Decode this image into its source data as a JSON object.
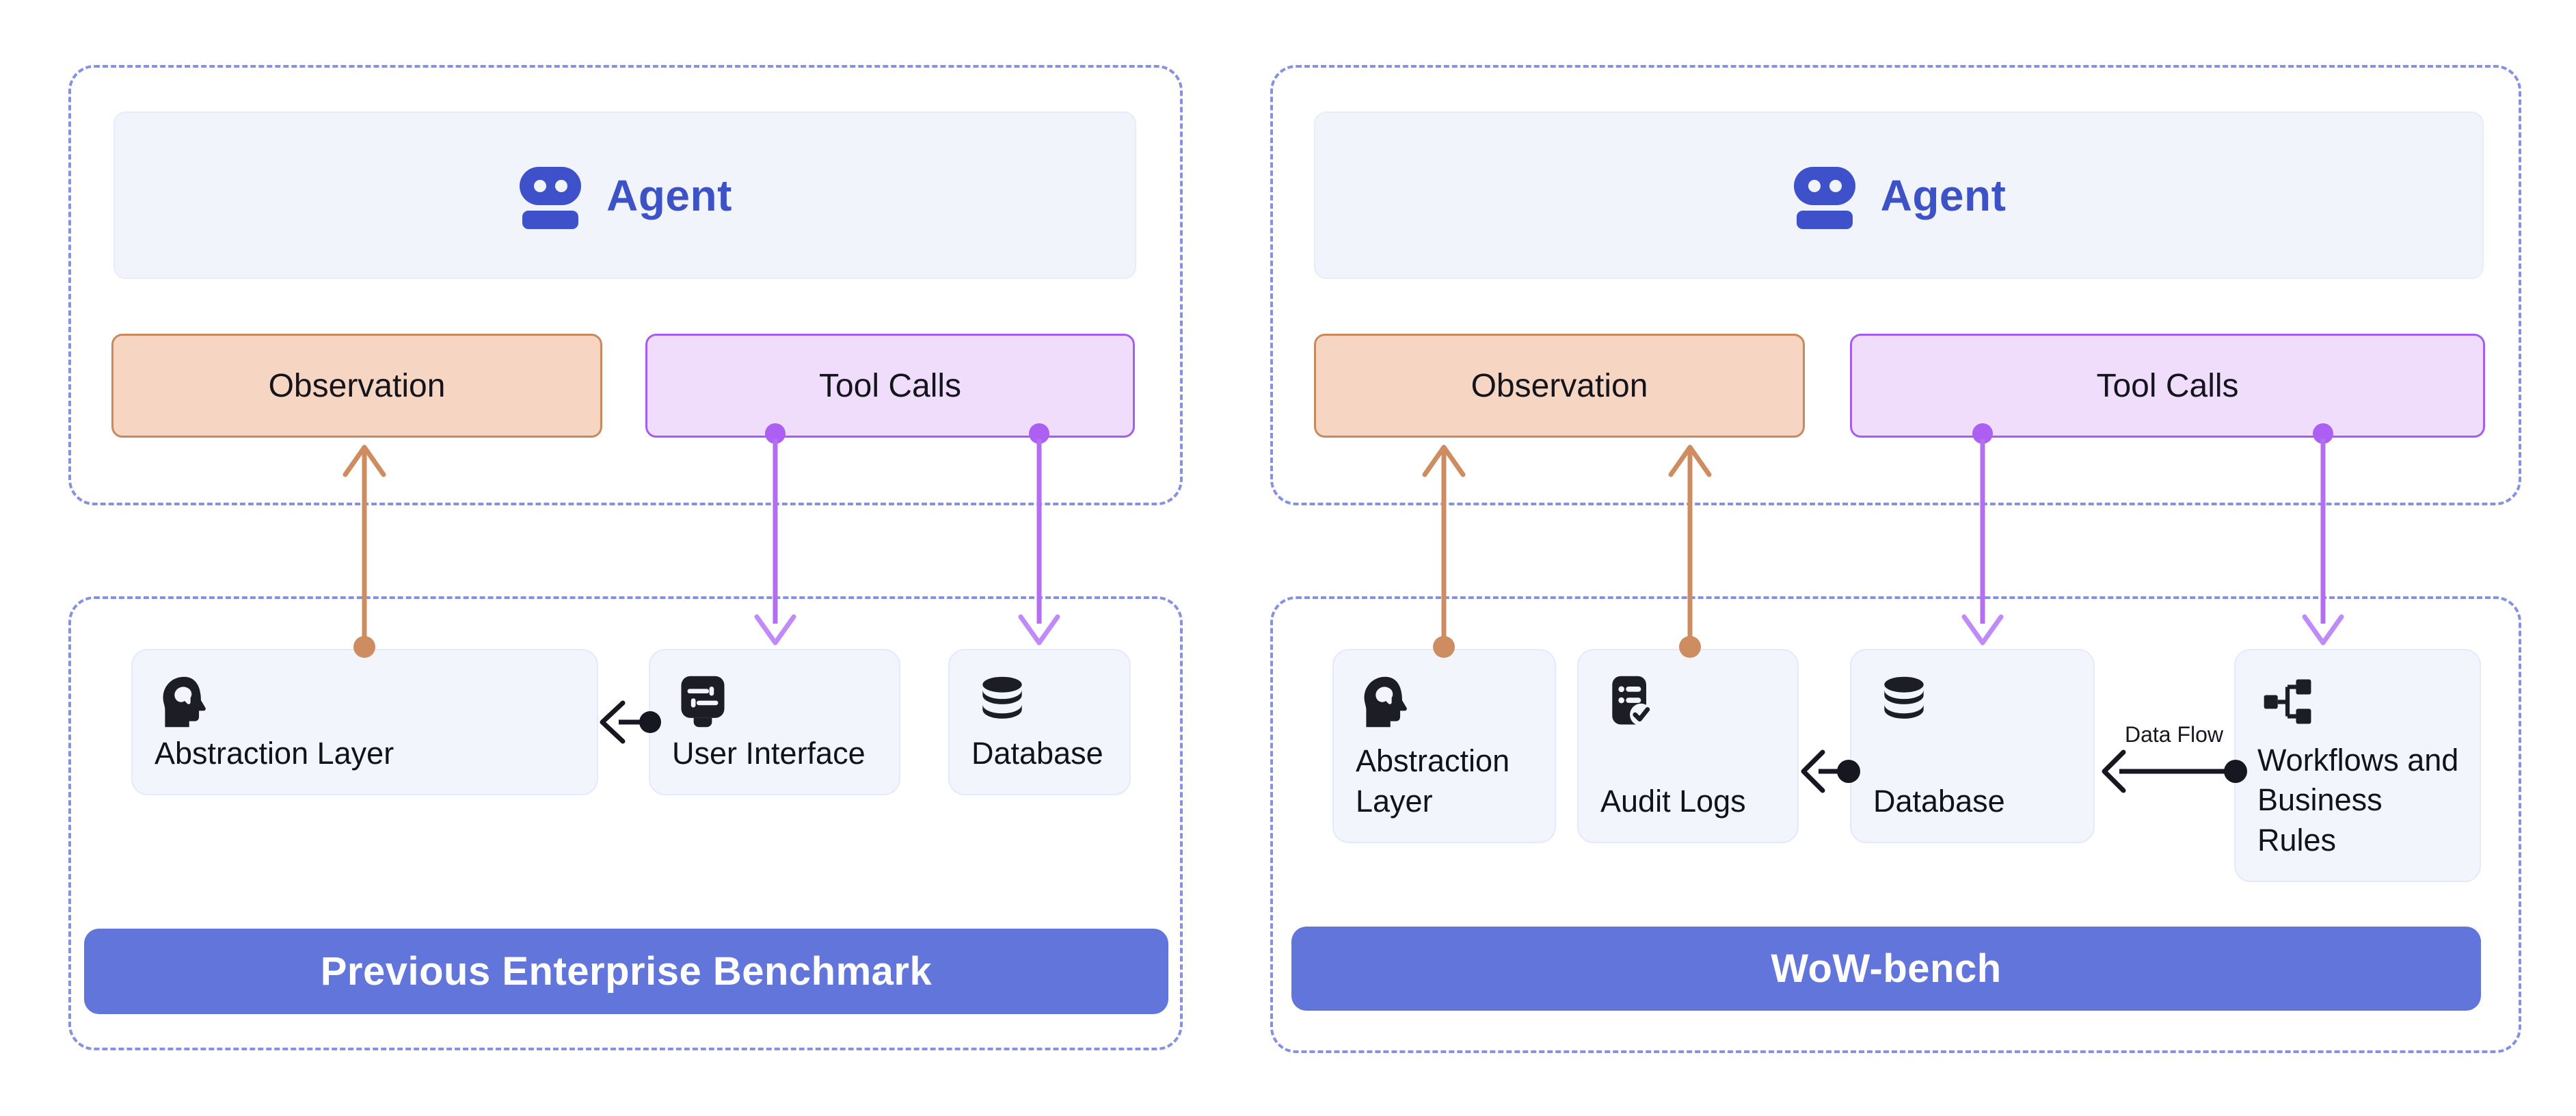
{
  "diagram": {
    "left_panel": {
      "agent_label": "Agent",
      "observation_label": "Observation",
      "tool_calls_label": "Tool Calls",
      "components": [
        {
          "label": "Abstraction Layer",
          "icon": "head-idea-icon"
        },
        {
          "label": "User Interface",
          "icon": "ui-sliders-icon"
        },
        {
          "label": "Database",
          "icon": "database-icon"
        }
      ],
      "caption": "Previous Enterprise Benchmark"
    },
    "right_panel": {
      "agent_label": "Agent",
      "observation_label": "Observation",
      "tool_calls_label": "Tool Calls",
      "components": [
        {
          "label": "Abstraction Layer",
          "icon": "head-idea-icon"
        },
        {
          "label": "Audit Logs",
          "icon": "audit-logs-icon"
        },
        {
          "label": "Database",
          "icon": "database-icon"
        },
        {
          "label": "Workflows and Business Rules",
          "icon": "workflow-icon"
        }
      ],
      "edge_label": "Data Flow",
      "caption": "WoW-bench"
    },
    "colors": {
      "agent_blue": "#3E51CA",
      "panel_dash_border": "#8591E3",
      "observation_fill": "#F6D6C3",
      "observation_border": "#C9895C",
      "tool_calls_fill": "#EFDDFB",
      "tool_calls_border": "#A55CF0",
      "orange_arrow": "#CE8D61",
      "purple_arrow": "#B46EF0",
      "black_arrow": "#171721",
      "caption_bar_fill": "#6175DB",
      "card_fill": "#F2F6FC"
    }
  }
}
